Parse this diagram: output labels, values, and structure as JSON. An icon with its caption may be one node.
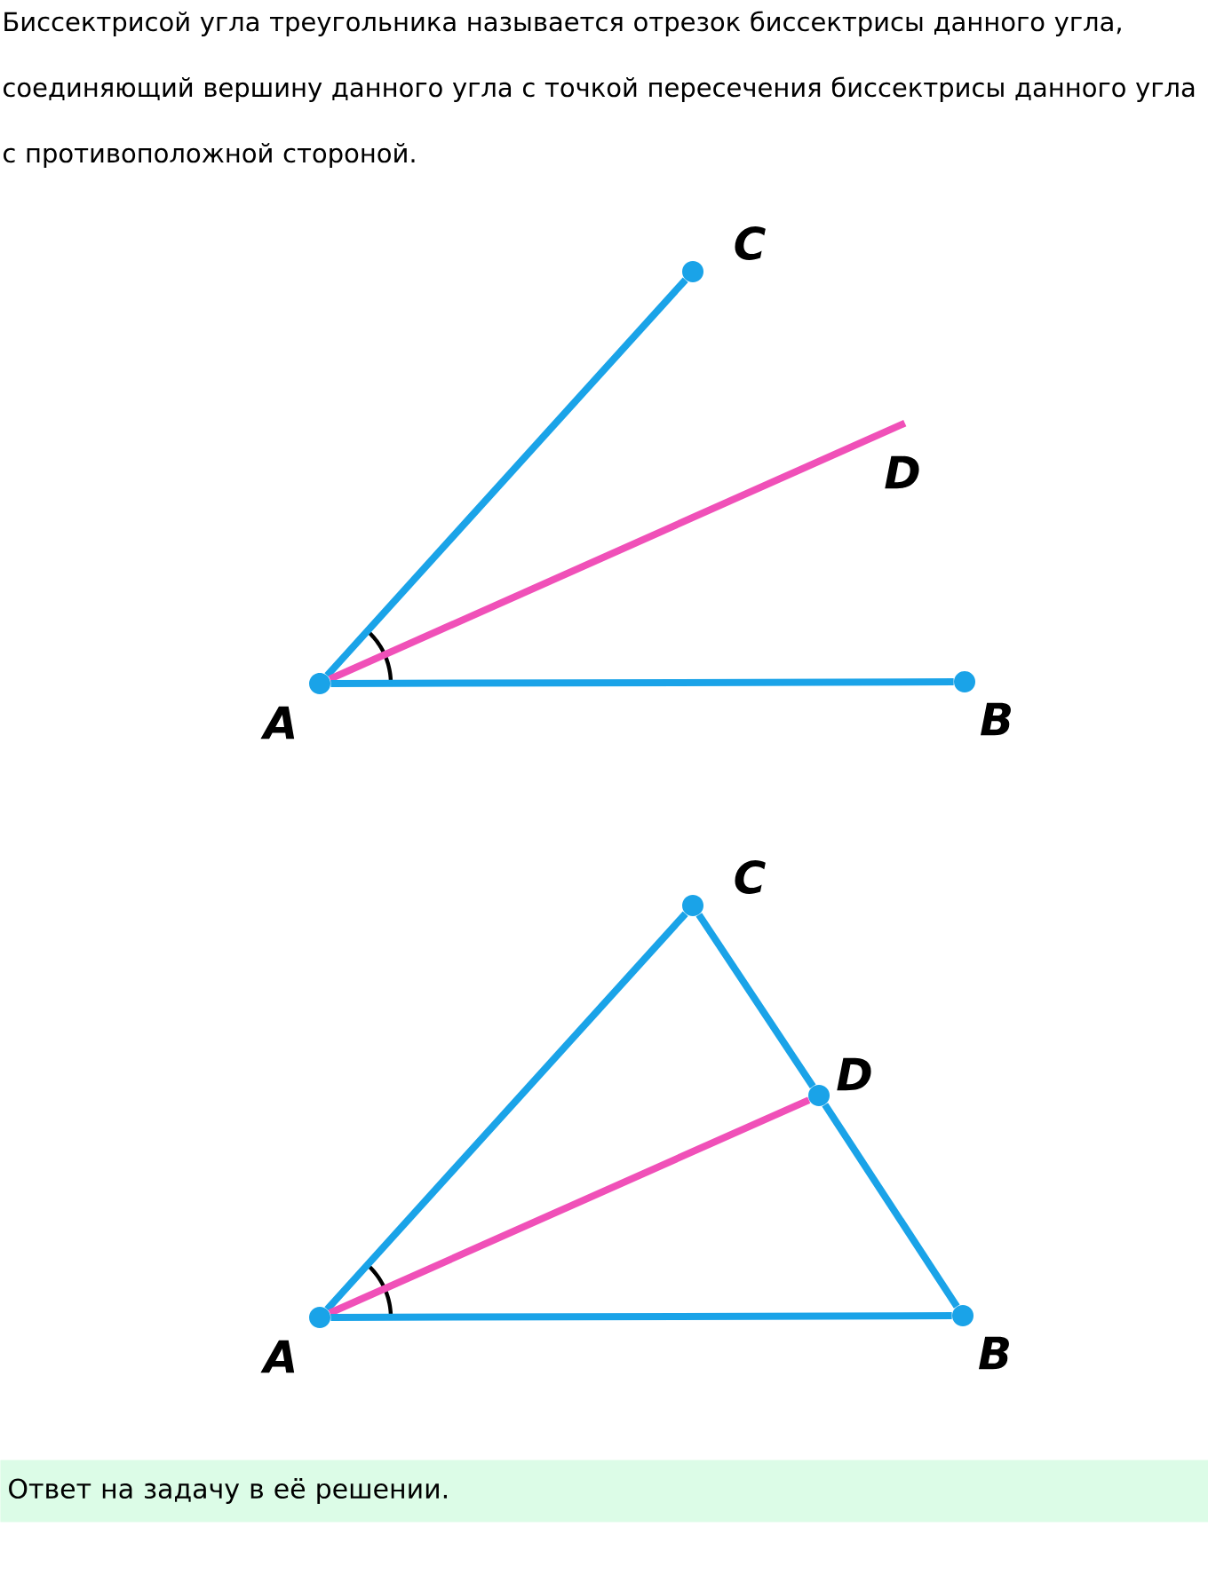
{
  "diagram": {
    "nodes": [
      {
        "text": [
          "C"
        ]
      },
      {
        "text": [
          "D"
        ]
      },
      {
        "text": [
          "A"
        ]
      },
      {
        "text": [
          "B"
        ]
      },
      {
        "text": [
          "C"
        ]
      },
      {
        "text": [
          "D"
        ]
      },
      {
        "text": [
          "A"
        ]
      },
      {
        "text": [
          "B"
        ]
      },
      {
        "text": [
          "Ответ на задачу в её решении."
        ]
      }
    ],
    "edges": [
      {
        "from": 2,
        "to": 0,
        "arrow": "none"
      },
      {
        "from": 2,
        "to": 1,
        "arrow": "none",
        "color": "#f050b8"
      },
      {
        "from": 2,
        "to": 3,
        "arrow": "none"
      },
      {
        "from": 6,
        "to": 4,
        "arrow": "none"
      },
      {
        "from": 4,
        "to": 5,
        "arrow": "none"
      },
      {
        "from": 5,
        "to": 7,
        "arrow": "none"
      },
      {
        "from": 6,
        "to": 5,
        "arrow": "none",
        "color": "#f050b8"
      },
      {
        "from": 6,
        "to": 7,
        "arrow": "none"
      }
    ],
    "labels": [
      "Биссектрисой угла треугольника называется отрезок биссектрисы данного угла, соединяющий вершину данного угла с точкой пересечения биссектрисы данного угла с противоположной стороной."
    ]
  }
}
